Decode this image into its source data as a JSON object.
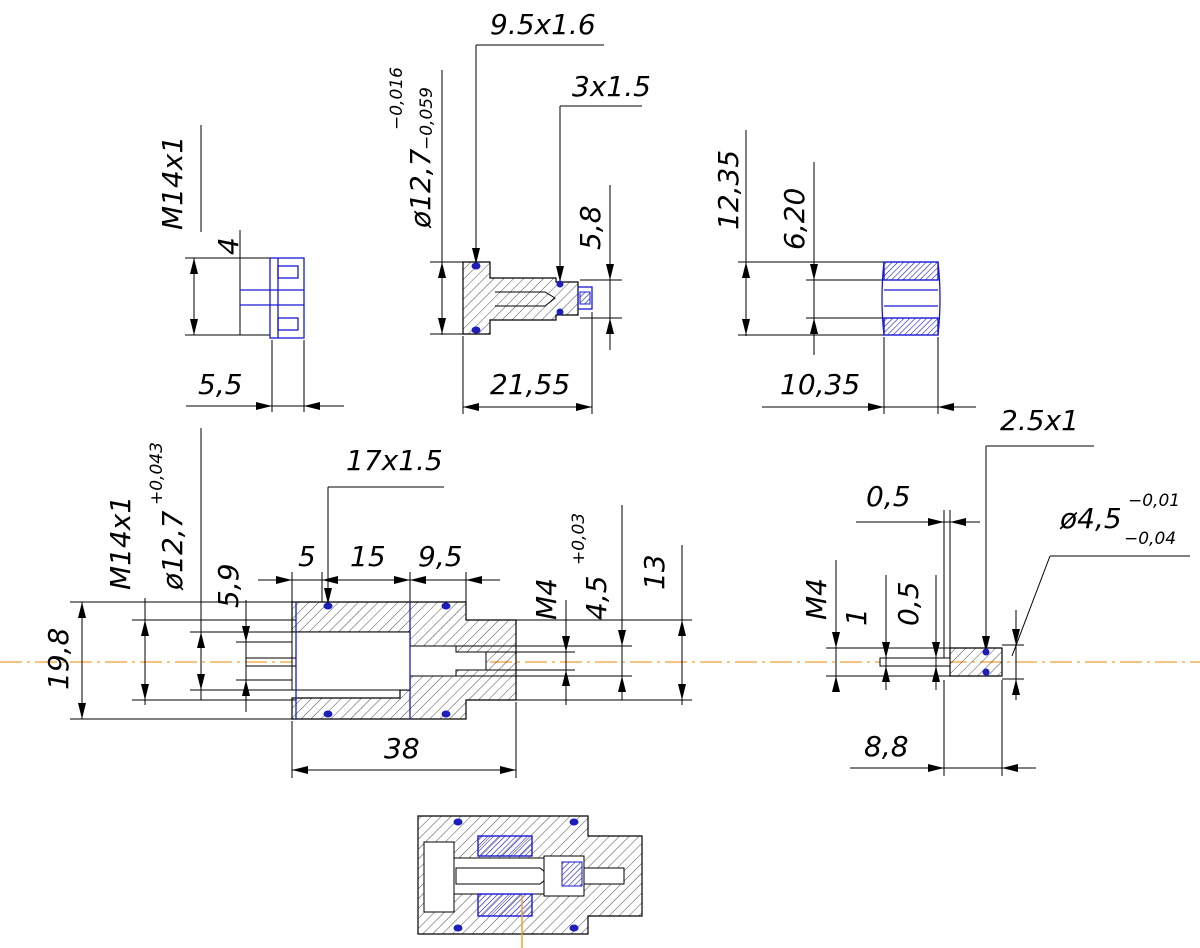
{
  "drawing": {
    "top_left_part": {
      "thread": "M14x1",
      "dim_height": "4",
      "dim_width": "5,5"
    },
    "top_mid_part": {
      "diameter_base": "ø12,7",
      "diameter_upper_tol": "−0,016",
      "diameter_lower_tol": "−0,059",
      "oring_large": "9.5x1.6",
      "oring_small": "3x1.5",
      "dim_inner": "5,8",
      "length": "21,55"
    },
    "top_right_part": {
      "outer": "12,35",
      "inner": "6,20",
      "length": "10,35"
    },
    "main_body": {
      "overall_dia": "19,8",
      "thread": "M14x1",
      "diameter_base": "ø12,7",
      "diameter_tol": "+0,043",
      "dim_bore": "5,9",
      "oring": "17x1.5",
      "len_a": "5",
      "len_b": "15",
      "len_c": "9,5",
      "thread_small": "M4",
      "dia_small_base": "4,5",
      "dia_small_tol": "+0,03",
      "dia_13": "13",
      "length": "38"
    },
    "pin_part": {
      "oring": "2.5x1",
      "dim_05_top": "0,5",
      "diameter_base": "ø4,5",
      "diameter_upper_tol": "−0,01",
      "diameter_lower_tol": "−0,04",
      "thread": "M4",
      "dim_1": "1",
      "dim_05_side": "0,5",
      "length": "8,8"
    }
  }
}
